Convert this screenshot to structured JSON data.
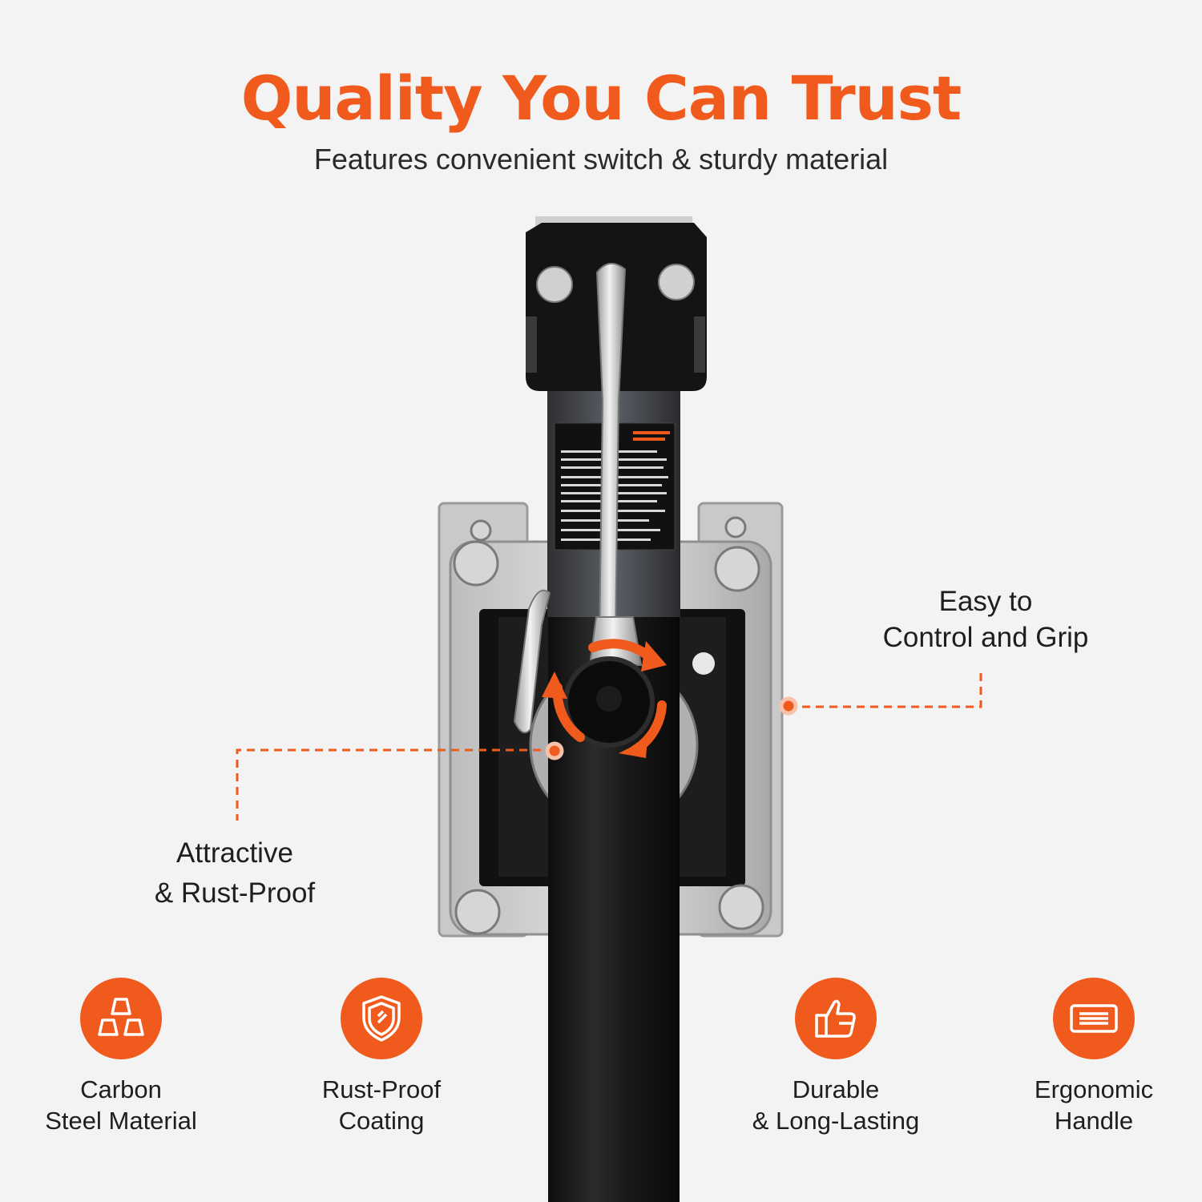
{
  "header": {
    "title": "Quality You Can Trust",
    "subtitle": "Features convenient switch & sturdy material"
  },
  "callouts": {
    "right": {
      "line1": "Easy to",
      "line2": "Control and Grip"
    },
    "left": {
      "line1": "Attractive",
      "line2": "& Rust-Proof"
    }
  },
  "features": [
    {
      "line1": "Carbon",
      "line2": "Steel Material",
      "icon": "stacked-bars-icon"
    },
    {
      "line1": "Rust-Proof",
      "line2": "Coating",
      "icon": "shield-icon"
    },
    {
      "line1": "Durable",
      "line2": "& Long-Lasting",
      "icon": "thumbs-up-icon"
    },
    {
      "line1": "Ergonomic",
      "line2": "Handle",
      "icon": "handle-grip-icon"
    }
  ],
  "colors": {
    "accent": "#f15a1d",
    "background": "#f3f3f3",
    "tube": "#1c1c1c"
  }
}
